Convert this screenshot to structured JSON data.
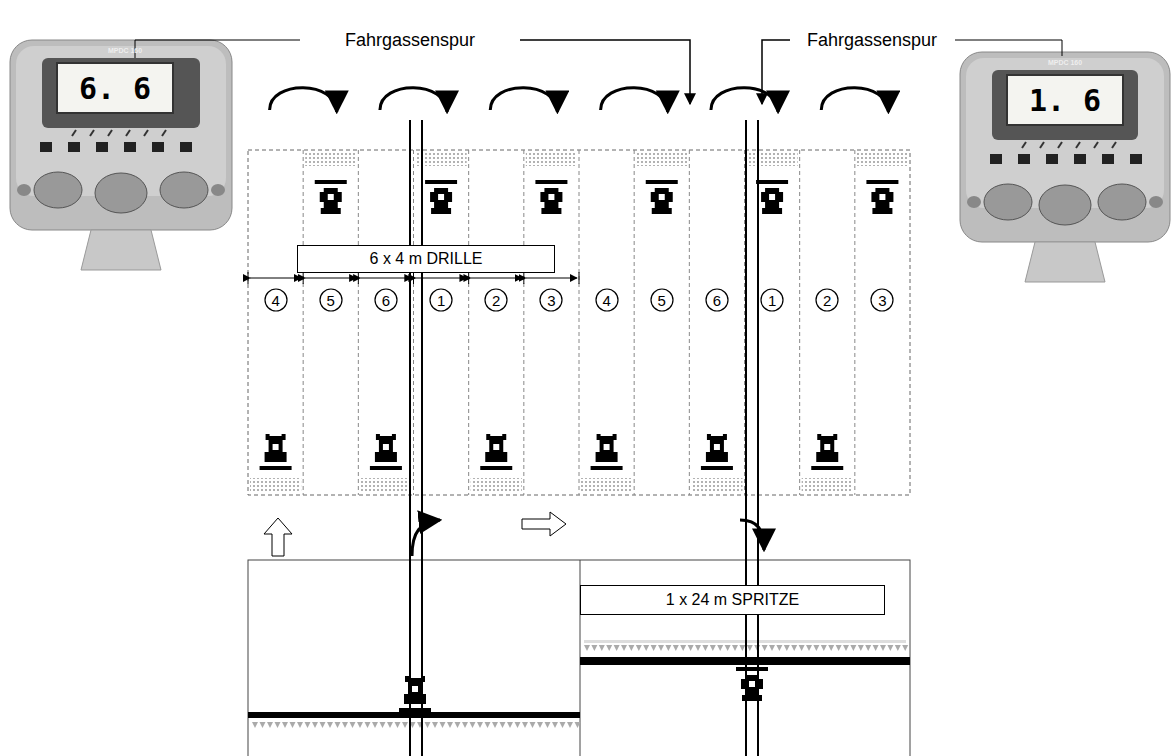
{
  "diagram": {
    "nodes": [
      {
        "text": [
          "6. 6"
        ]
      },
      {
        "text": [
          "1. 6"
        ]
      },
      {
        "text": [
          "6 x 4 m DRILLE"
        ]
      },
      {
        "text": [
          "4"
        ]
      },
      {
        "text": [
          "5"
        ]
      },
      {
        "text": [
          "6"
        ]
      },
      {
        "text": [
          "1"
        ]
      },
      {
        "text": [
          "2"
        ]
      },
      {
        "text": [
          "3"
        ]
      },
      {
        "text": [
          "4"
        ]
      },
      {
        "text": [
          "5"
        ]
      },
      {
        "text": [
          "6"
        ]
      },
      {
        "text": [
          "1"
        ]
      },
      {
        "text": [
          "2"
        ]
      },
      {
        "text": [
          "3"
        ]
      },
      {
        "text": [
          "1 x 24 m SPRITZE"
        ]
      }
    ],
    "labels": [
      "Fahrgassenspur",
      "Fahrgassenspur",
      "MPDC 160",
      "MPDC 160"
    ]
  }
}
